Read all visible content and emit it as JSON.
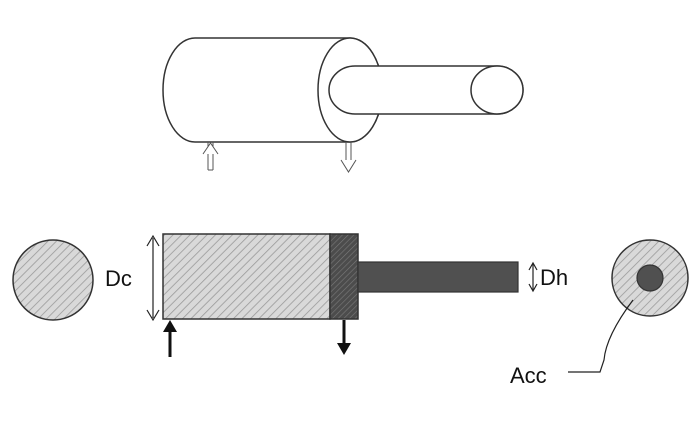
{
  "labels": {
    "bore_diameter": "Dc",
    "rod_diameter": "Dh",
    "annulus_area": "Acc"
  },
  "colors": {
    "stroke": "#333333",
    "hatch_fill": "#d9d9d9",
    "hatch_line": "#9a9a9a",
    "piston_dark": "#555555",
    "rod_dark": "#505050"
  }
}
